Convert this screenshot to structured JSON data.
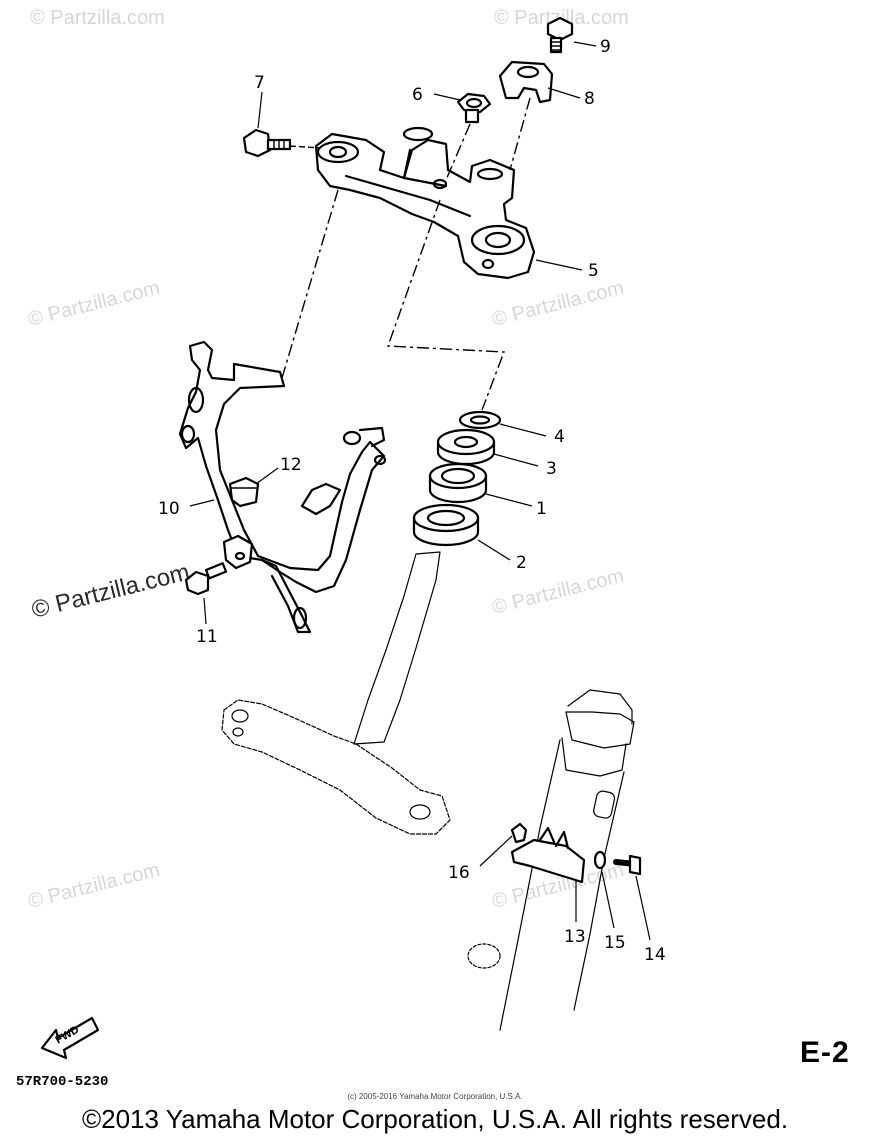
{
  "watermark_text": "© Partzilla.com",
  "watermark_bold_text": "© Partzilla.com",
  "fwd_label": "FWD",
  "section_code": "E-2",
  "part_number": "57R700-5230",
  "small_copyright": "(c) 2005-2016 Yamaha Motor Corporation, U.S.A.",
  "footer_copyright": "©2013 Yamaha Motor Corporation, U.S.A. All rights reserved.",
  "callouts": {
    "c1": "1",
    "c2": "2",
    "c3": "3",
    "c4": "4",
    "c5": "5",
    "c6": "6",
    "c7": "7",
    "c8": "8",
    "c9": "9",
    "c10": "10",
    "c11": "11",
    "c12": "12",
    "c13": "13",
    "c14": "14",
    "c15": "15",
    "c16": "16"
  },
  "colors": {
    "line": "#000000",
    "watermark": "#d6d6d6",
    "background": "#ffffff"
  }
}
